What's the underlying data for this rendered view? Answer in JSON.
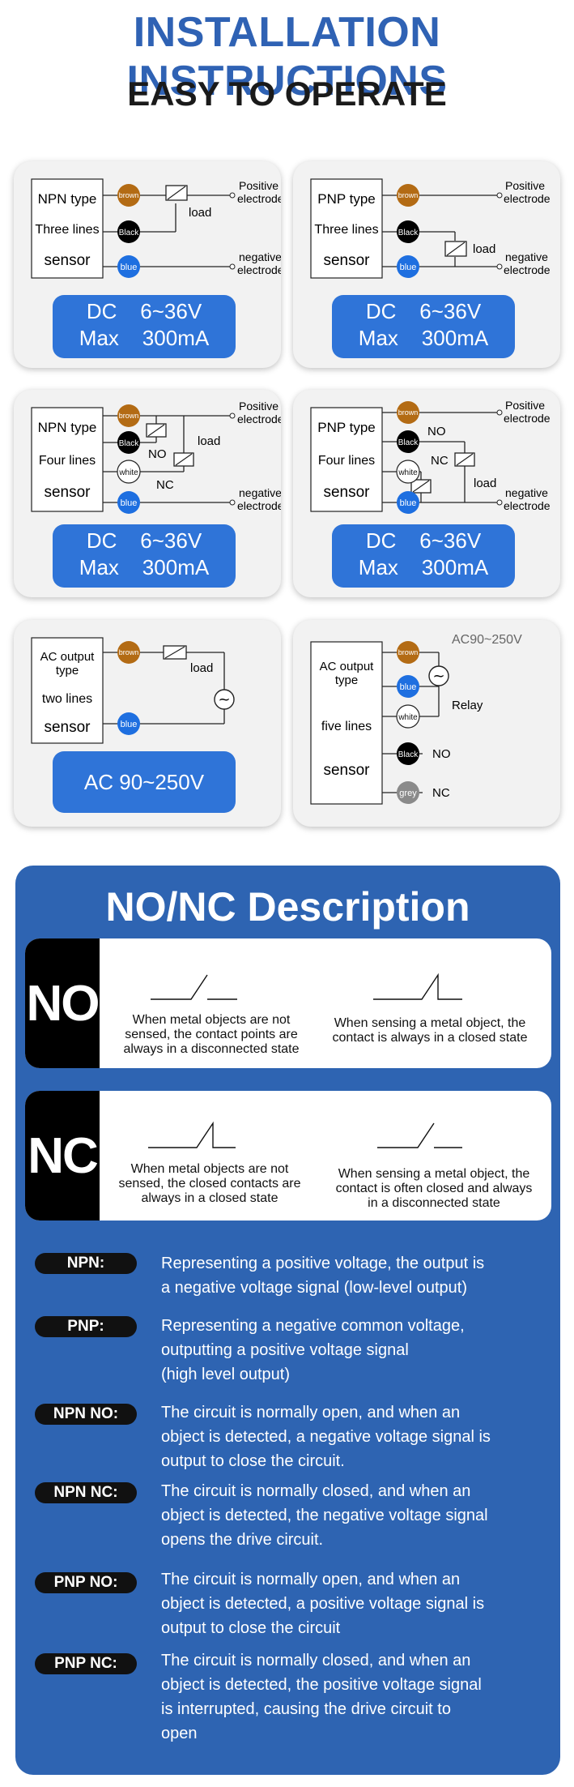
{
  "header": {
    "title": "INSTALLATION INSTRUCTIONS",
    "subtitle": "EASY TO OPERATE"
  },
  "wires": {
    "brown": "brown",
    "black": "Black",
    "blue": "blue",
    "white": "white",
    "grey": "grey"
  },
  "terminals": {
    "positive_1": "Positive",
    "positive_2": "electrode",
    "negative_1": "negative",
    "negative_2": "electrode"
  },
  "cards": {
    "npn3": {
      "sensor_lines": [
        "NPN type",
        "Three lines",
        "sensor"
      ],
      "load": "load",
      "badge": [
        "DC    6~36V",
        "Max    300mA"
      ]
    },
    "pnp3": {
      "sensor_lines": [
        "PNP type",
        "Three lines",
        "sensor"
      ],
      "load": "load",
      "badge": [
        "DC    6~36V",
        "Max    300mA"
      ]
    },
    "npn4": {
      "sensor_lines": [
        "NPN type",
        "Four lines",
        "sensor"
      ],
      "load": "load",
      "no": "NO",
      "nc": "NC",
      "badge": [
        "DC    6~36V",
        "Max    300mA"
      ]
    },
    "pnp4": {
      "sensor_lines": [
        "PNP type",
        "Four lines",
        "sensor"
      ],
      "load": "load",
      "no": "NO",
      "nc": "NC",
      "badge": [
        "DC    6~36V",
        "Max    300mA"
      ]
    },
    "ac2": {
      "sensor_lines": [
        "AC output",
        "type",
        "two lines",
        "sensor"
      ],
      "load": "load",
      "ac_symbol": "~",
      "badge": [
        "AC 90~250V"
      ]
    },
    "ac5": {
      "sensor_lines": [
        "AC output",
        "type",
        "five lines",
        "sensor"
      ],
      "voltage": "AC90~250V",
      "relay": "Relay",
      "no": "NO",
      "nc": "NC",
      "ac_symbol": "~"
    }
  },
  "colors": {
    "brown": "#b36b14",
    "black": "#000000",
    "blue": "#1e6fe0",
    "white": "#ffffff",
    "grey": "#8a8a8a",
    "badge": "#2f74d8",
    "panel": "#2e64b2",
    "title": "#2f62b4"
  },
  "nonc": {
    "title": "NO/NC Description",
    "no": {
      "tag": "NO",
      "left_text": "When metal objects are not sensed, the contact points are always in a disconnected state",
      "right_text": "When sensing a metal object, the contact is always in a closed state"
    },
    "nc": {
      "tag": "NC",
      "left_text": "When metal objects are not sensed, the closed contacts are always in a closed state",
      "right_text": "When sensing a metal object, the contact is often closed and always in a disconnected state"
    }
  },
  "definitions": [
    {
      "label": "NPN:",
      "text": "Representing a positive voltage, the output is\na negative voltage signal (low-level output)"
    },
    {
      "label": "PNP:",
      "text": "Representing a negative common voltage,\noutputting a positive voltage signal\n(high level output)"
    },
    {
      "label": "NPN NO:",
      "text": "The circuit is normally open, and when an\nobject is detected, a negative voltage signal is\noutput to close the circuit."
    },
    {
      "label": "NPN NC:",
      "text": "The circuit is normally closed, and when an\nobject is detected, the negative voltage signal\nopens the drive circuit."
    },
    {
      "label": "PNP NO:",
      "text": " The circuit is normally open, and when an\nobject is detected, a positive voltage signal is\noutput to close the circuit"
    },
    {
      "label": "PNP NC:",
      "text": "The circuit is normally closed, and when an\nobject is detected, the positive voltage signal\nis interrupted, causing the drive circuit to\nopen"
    }
  ]
}
